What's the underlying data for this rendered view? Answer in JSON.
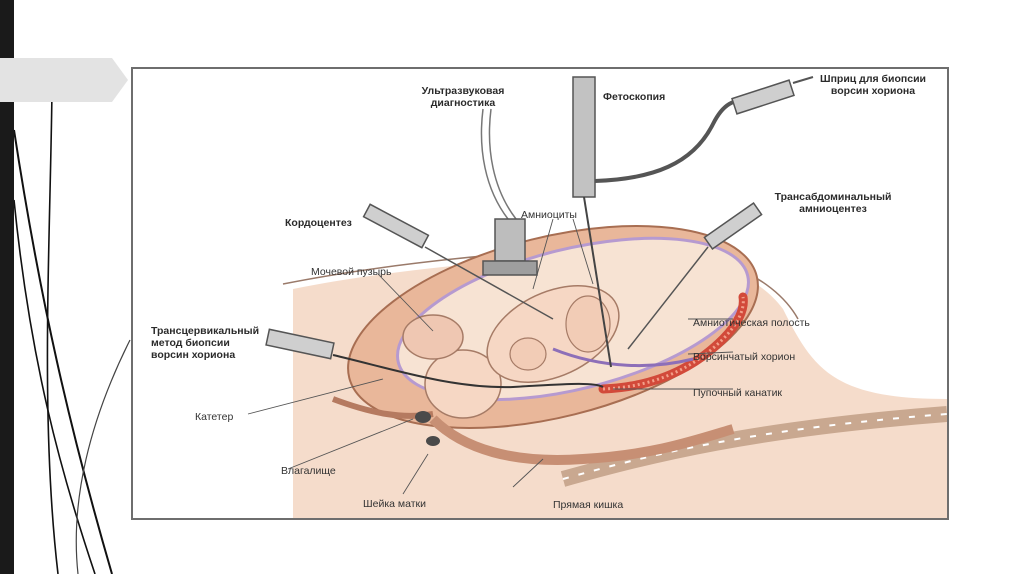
{
  "labels": {
    "ultrasound": [
      "Ультразвуковая",
      "диагностика"
    ],
    "fetoscopy": "Фетоскопия",
    "syringe_biopsy": [
      "Шприц для биопсии",
      "ворсин хориона"
    ],
    "transabdominal": [
      "Трансабдоминальный",
      "амниоцентез"
    ],
    "cordocentesis": "Кордоцентез",
    "amniocytes": "Амниоциты",
    "bladder": "Мочевой пузырь",
    "amniotic_cavity": "Амниотическая полость",
    "villous_chorion": "Ворсинчатый хорион",
    "umbilical_cord": "Пупочный канатик",
    "transcervical": [
      "Трансцервикальный",
      "метод биопсии",
      "ворсин хориона"
    ],
    "catheter": "Катетер",
    "vagina": "Влагалище",
    "cervix": "Шейка матки",
    "rectum": "Прямая кишка"
  },
  "colors": {
    "frame_border": "#6e6e6e",
    "tissue": "#f3d6c2",
    "uterus": "#e9b79a",
    "placenta": "#d24a3a",
    "membrane": "#b69ad0",
    "leader": "#555555"
  }
}
